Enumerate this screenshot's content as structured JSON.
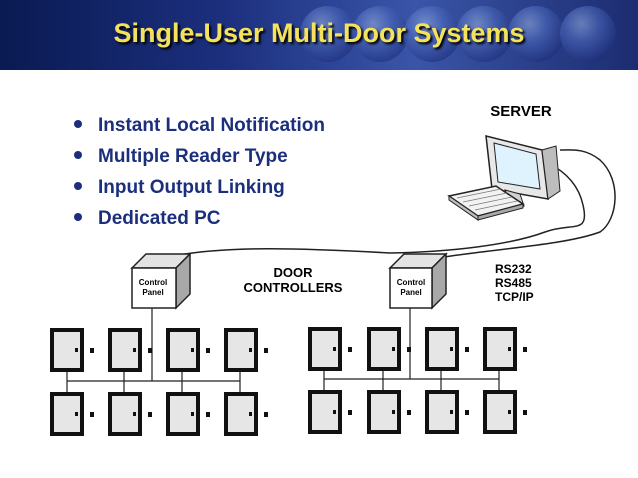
{
  "title": "Single-User Multi-Door Systems",
  "bullets": [
    "Instant Local Notification",
    "Multiple Reader Type",
    "Input Output Linking",
    "Dedicated PC"
  ],
  "diagram": {
    "server_label": "SERVER",
    "controller_label_line1": "DOOR",
    "controller_label_line2": "CONTROLLERS",
    "panel_label_line1": "Control",
    "panel_label_line2": "Panel",
    "protocols": [
      "RS232",
      "RS485",
      "TCP/IP"
    ]
  }
}
